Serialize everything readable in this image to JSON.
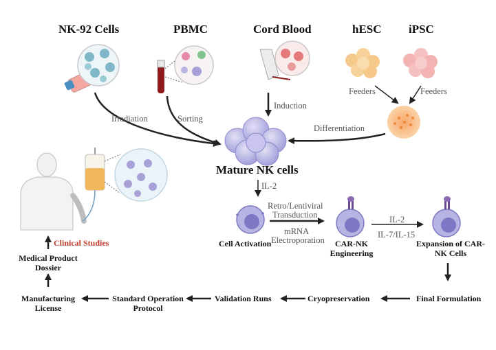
{
  "sources": {
    "nk92": "NK-92 Cells",
    "pbmc": "PBMC",
    "cord_blood": "Cord Blood",
    "hesc": "hESC",
    "ipsc": "iPSC"
  },
  "arrows": {
    "irradiation": "Irradiation",
    "sorting": "Sorting",
    "induction": "Induction",
    "feeders_left": "Feeders",
    "feeders_right": "Feeders",
    "differentiation": "Differentiation",
    "il2_activation": "IL-2",
    "retro_lenti": "Retro/Lentiviral",
    "transduction": "Transduction",
    "mrna": "mRNA",
    "electroporation": "Electroporation",
    "il2_expansion": "IL-2",
    "il7_il15": "IL-7/IL-15"
  },
  "center": {
    "mature_nk": "Mature NK cells"
  },
  "steps": {
    "cell_activation": "Cell Activation",
    "car_nk_1": "CAR-NK",
    "car_nk_2": "Engineering",
    "expansion_1": "Expansion of CAR-",
    "expansion_2": "NK Cells",
    "final_formulation": "Final Formulation",
    "cryopreservation": "Cryopreservation",
    "validation_runs": "Validation Runs",
    "sop_1": "Standard Operation",
    "sop_2": "Protocol",
    "manufacturing_1": "Manufacturing",
    "manufacturing_2": "License",
    "dossier_1": "Medical Product",
    "dossier_2": "Dossier",
    "clinical_studies": "Clinical Studies"
  },
  "colors": {
    "arrow": "#222222",
    "nk_cell": "#b7b3e3",
    "nk_cell_dark": "#7d77c4",
    "clinical_text": "#c0392b",
    "hesc": "#f6c98a",
    "ipsc": "#f3b3b3",
    "iv_bag": "#f0b85a"
  }
}
